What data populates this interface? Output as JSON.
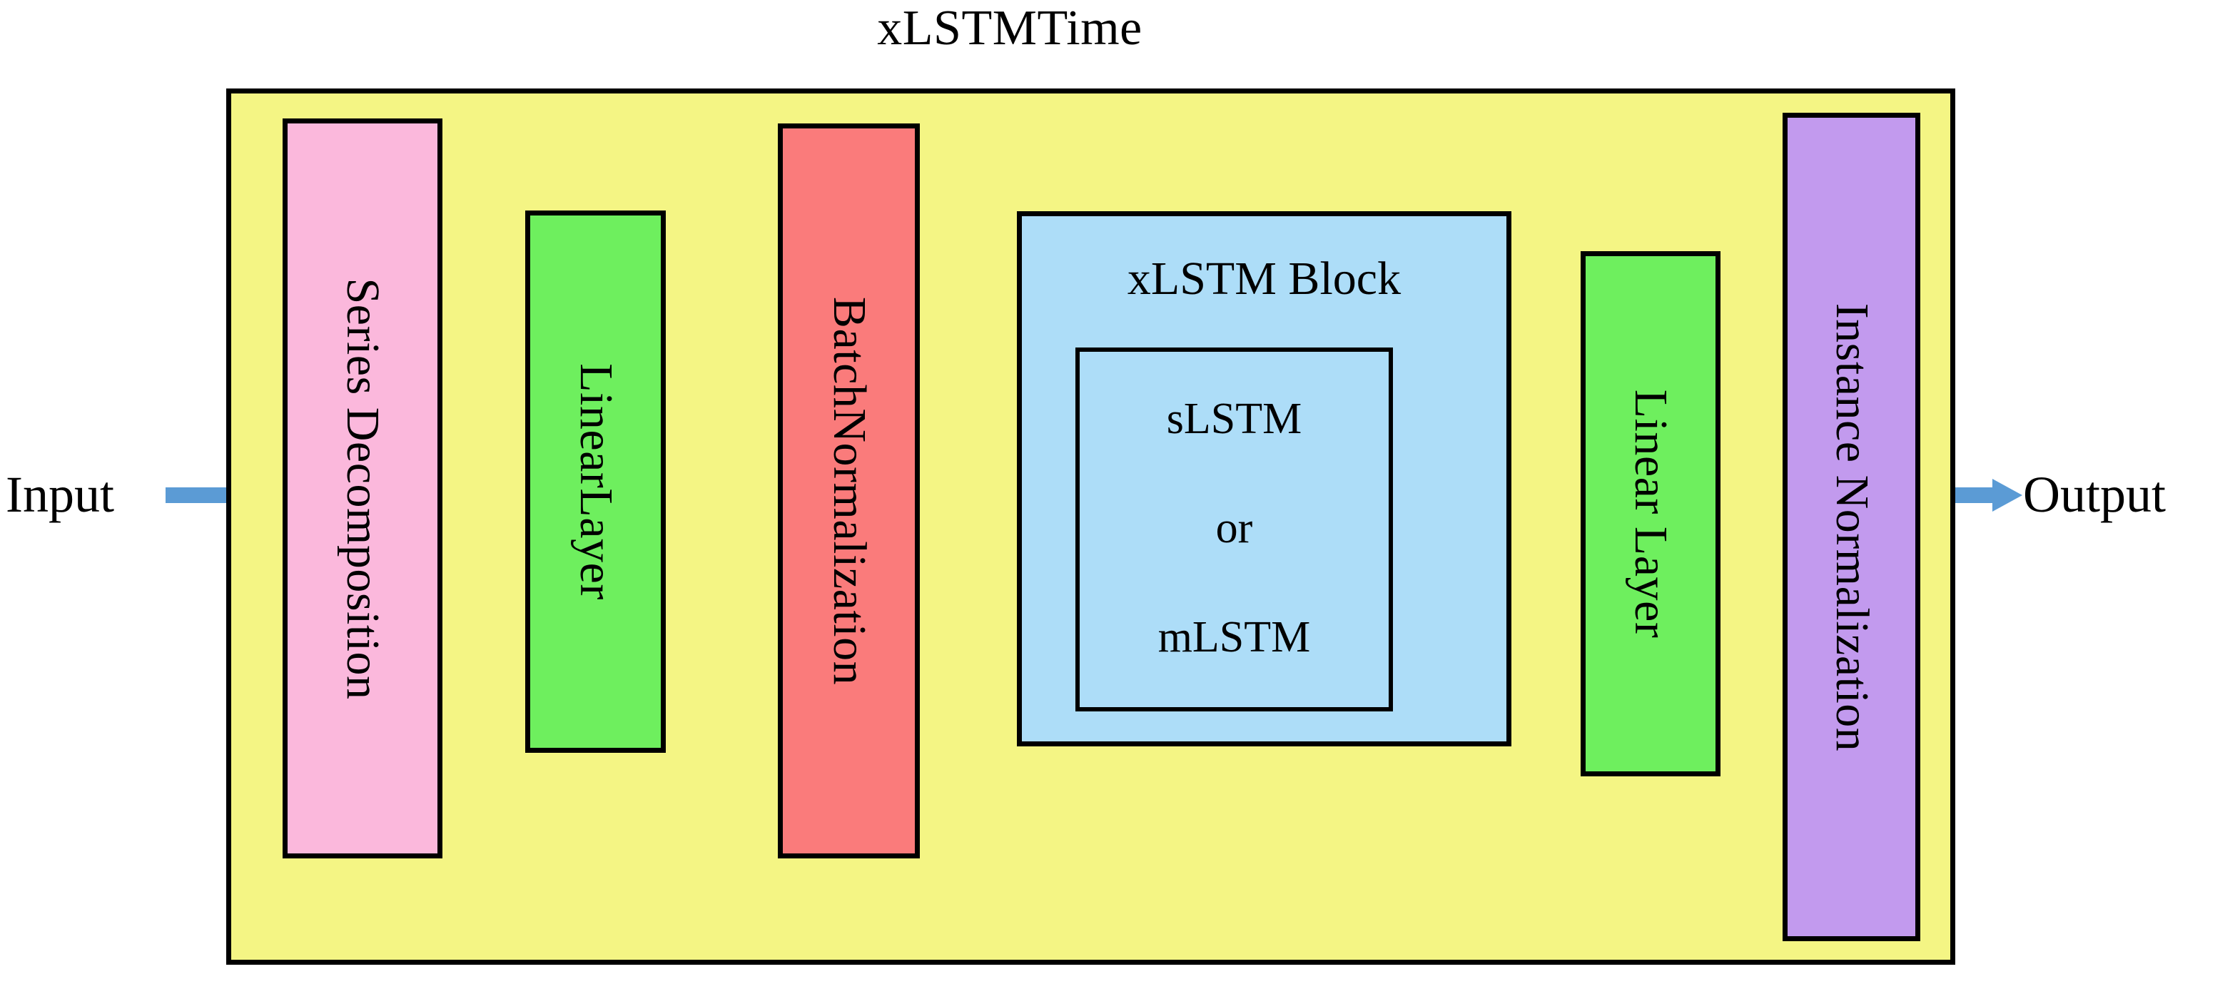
{
  "title": "xLSTMTime",
  "colors": {
    "container_fill": "#F4F584",
    "series_decomposition_fill": "#FBB8DC",
    "linear_layer_fill": "#6EEF5E",
    "batch_normalization_fill": "#FA7B7B",
    "xlstm_block_fill": "#ADDDF8",
    "instance_normalization_fill": "#C29AEE",
    "arrow": "#5B9BD5",
    "stroke": "#000000"
  },
  "endpoints": {
    "input_label": "Input",
    "output_label": "Output"
  },
  "pipeline": [
    {
      "id": "series-decomposition",
      "label": "Series Decomposition",
      "orientation": "vertical"
    },
    {
      "id": "linear-layer-1",
      "label": "LinearLayer",
      "orientation": "vertical"
    },
    {
      "id": "batch-normalization",
      "label": "BatchNormalization",
      "orientation": "vertical"
    },
    {
      "id": "xlstm-block",
      "label": "xLSTM Block",
      "orientation": "horizontal"
    },
    {
      "id": "linear-layer-2",
      "label": "Linear Layer",
      "orientation": "vertical"
    },
    {
      "id": "instance-normalization",
      "label": "Instance Normalization",
      "orientation": "vertical"
    }
  ],
  "xlstm_block": {
    "heading": "xLSTM Block",
    "variants": [
      "sLSTM",
      "or",
      "mLSTM"
    ]
  },
  "arrows": [
    {
      "id": "arrow-input",
      "from": "Input",
      "to": "Series Decomposition"
    },
    {
      "id": "arrow-sd-to-ll1",
      "from": "Series Decomposition",
      "to": "LinearLayer"
    },
    {
      "id": "arrow-ll1-to-bn",
      "from": "LinearLayer",
      "to": "BatchNormalization"
    },
    {
      "id": "arrow-bn-to-x",
      "from": "BatchNormalization",
      "to": "xLSTM Block"
    },
    {
      "id": "arrow-x-to-ll2",
      "from": "xLSTM Block",
      "to": "Linear Layer"
    },
    {
      "id": "arrow-ll2-to-in",
      "from": "Linear Layer",
      "to": "Instance Normalization"
    },
    {
      "id": "arrow-output",
      "from": "Instance Normalization",
      "to": "Output"
    }
  ]
}
